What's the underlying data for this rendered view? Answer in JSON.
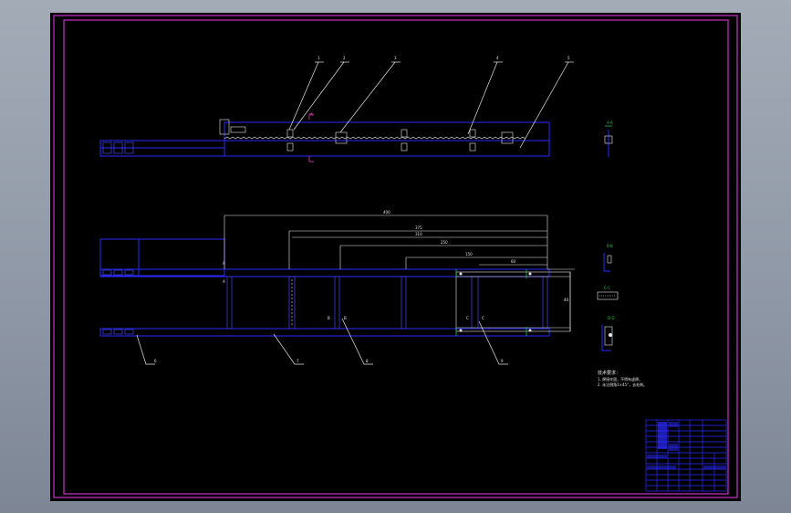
{
  "drawing": {
    "notes_title": "技术要求：",
    "notes": [
      "1. 焊接牢固，不得有虚焊。",
      "2. 未注倒角1×45°，去毛刺。"
    ],
    "balloons": [
      "1",
      "2",
      "3",
      "4",
      "5",
      "6",
      "7",
      "8",
      "9"
    ],
    "dims": [
      "400",
      "375",
      "310",
      "250",
      "150",
      "60",
      "40"
    ],
    "section_labels": [
      "A",
      "B",
      "C"
    ],
    "colors": {
      "sheet_border": "#c832c8",
      "geometry": "#2a2aff",
      "annotation": "#e6e6e6",
      "section_marker": "#22c040",
      "background": "#000000"
    }
  }
}
